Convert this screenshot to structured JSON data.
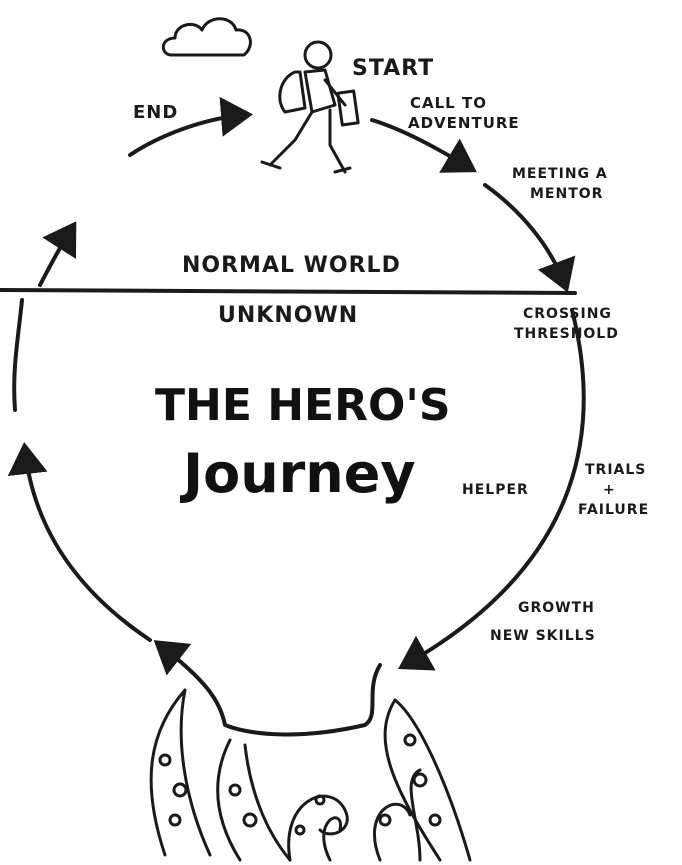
{
  "title": {
    "line1": "THE HERO'S",
    "line2": "Journey"
  },
  "world": {
    "normal": "NORMAL WORLD",
    "unknown": "UNKNOWN"
  },
  "stages": {
    "start": "START",
    "call_1": "CALL TO",
    "call_2": "ADVENTURE",
    "mentor_1": "MEETING A",
    "mentor_2": "MENTOR",
    "threshold_1": "CROSSING",
    "threshold_2": "THRESHOLD",
    "trials_1": "TRIALS",
    "trials_2": "+",
    "trials_3": "FAILURE",
    "helper": "HELPER",
    "growth_1": "GROWTH",
    "growth_2": "NEW SKILLS",
    "end": "END"
  },
  "colors": {
    "ink": "#1a1a1a",
    "background": "#ffffff"
  }
}
